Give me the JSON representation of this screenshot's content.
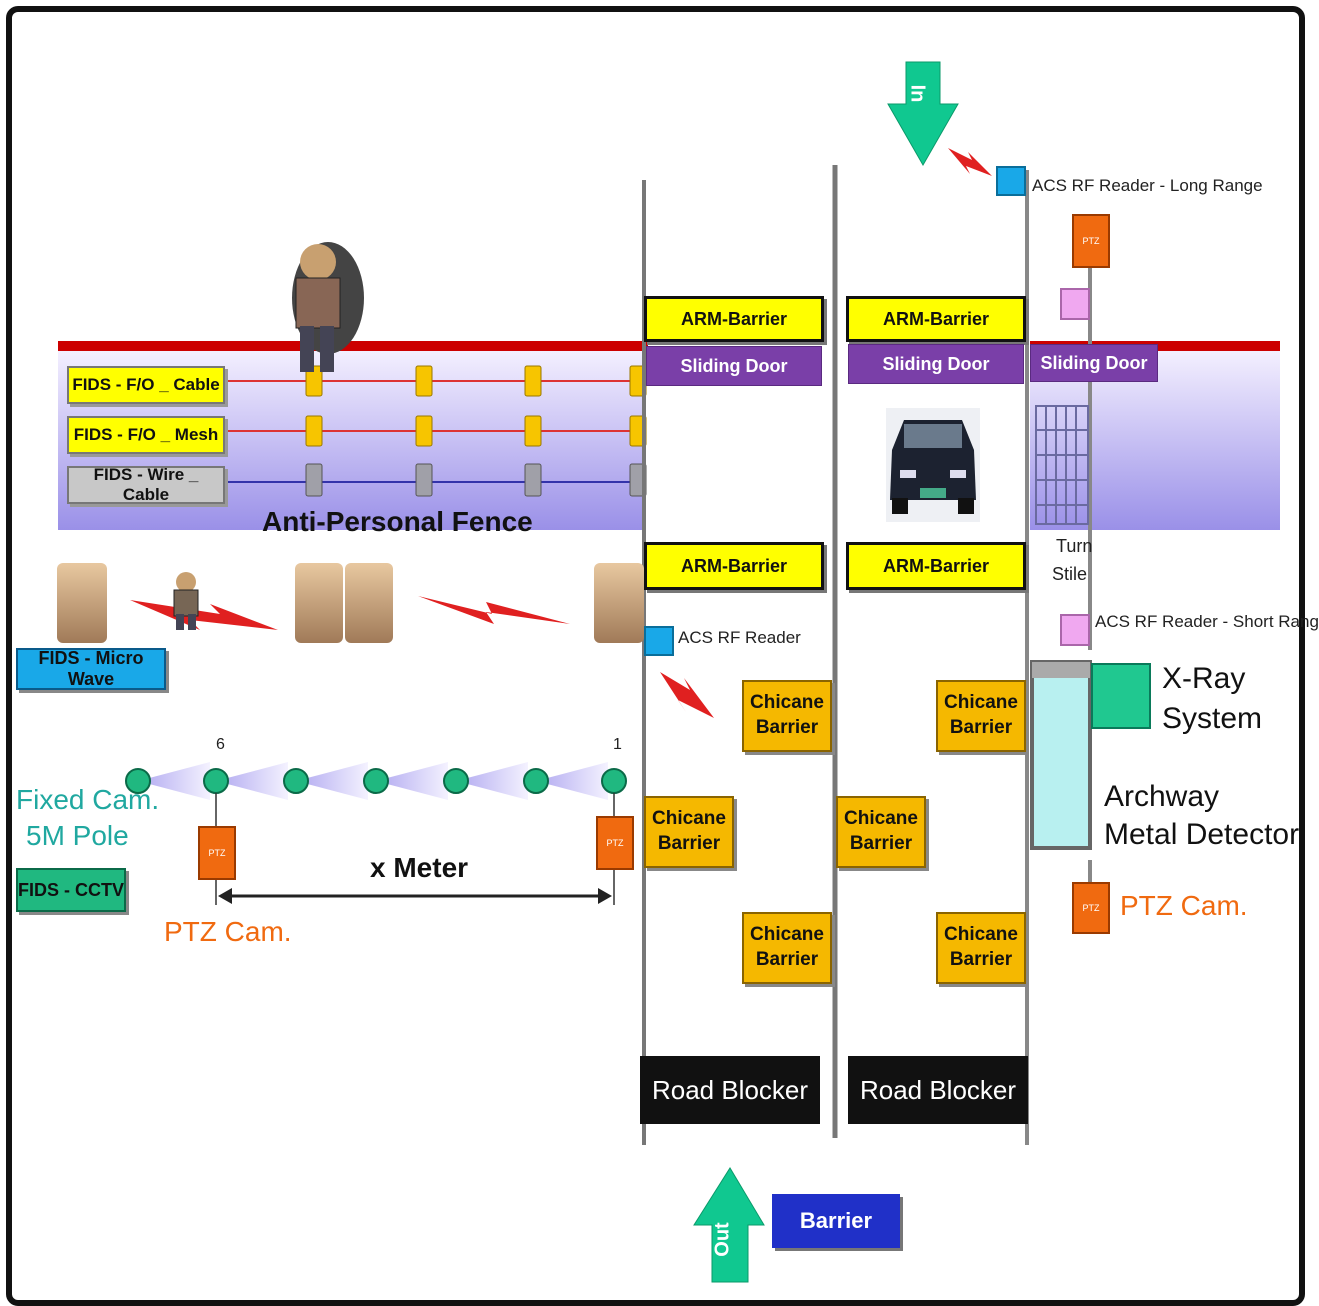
{
  "arrows": {
    "in_label": "In",
    "out_label": "Out"
  },
  "readers": {
    "long_range": "ACS RF Reader - Long Range",
    "short_range": "ACS RF Reader - Short Range",
    "reader": "ACS RF Reader"
  },
  "ptz_small": "PTZ",
  "barriers": {
    "arm_barrier": "ARM-Barrier",
    "sliding_door": "Sliding Door",
    "chicane_line1": "Chicane",
    "chicane_line2": "Barrier",
    "road_blocker": "Road Blocker",
    "barrier": "Barrier"
  },
  "fence": {
    "fids_fo_cable": "FIDS - F/O _ Cable",
    "fids_fo_mesh": "FIDS - F/O _ Mesh",
    "fids_wire_cable": "FIDS - Wire _ Cable",
    "title": "Anti-Personal Fence"
  },
  "microwave": {
    "label": "FIDS - Micro Wave"
  },
  "cctv": {
    "fixed_cam_line1": "Fixed Cam.",
    "fixed_cam_line2": "5M Pole",
    "fids_cctv": "FIDS - CCTV",
    "ptz_cam": "PTZ Cam.",
    "distance": "x Meter",
    "num_left": "6",
    "num_right": "1"
  },
  "pedestrian": {
    "turnstile_line1": "Turn",
    "turnstile_line2": "Stile",
    "xray_line1": "X-Ray",
    "xray_line2": "System",
    "archway_line1": "Archway",
    "archway_line2": "Metal Detector",
    "ptz_cam": "PTZ Cam."
  },
  "colors": {
    "fence_red": "#cc0000",
    "arrow_green": "#10c890",
    "yellow": "#ffff00",
    "purple": "#7a3fa8",
    "chicane": "#f5b800",
    "ptz_orange": "#f06a10",
    "reader_blue": "#19a8e8",
    "barrier_blue": "#2030c8",
    "cam_teal": "#20b880"
  }
}
